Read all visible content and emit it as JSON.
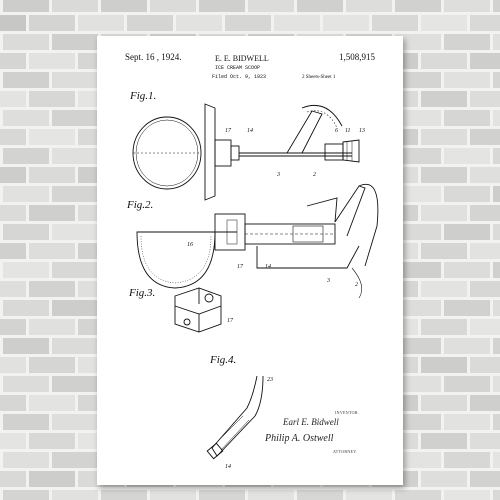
{
  "header": {
    "date": "Sept. 16 , 1924.",
    "inventor_name": "E. E. BIDWELL",
    "patent_number": "1,508,915",
    "title": "ICE CREAM SCOOP",
    "filed": "Filed Oct. 9, 1923",
    "sheets": "2 Sheets-Sheet 1"
  },
  "figures": {
    "fig1": "Fig.1.",
    "fig2": "Fig.2.",
    "fig3": "Fig.3.",
    "fig4": "Fig.4."
  },
  "signature": {
    "inventor_label": "INVENTOR.",
    "inventor_signature": "Earl E. Bidwell",
    "attorney_signature": "Philip A. Ostwell",
    "attorney_label": "ATTORNEY."
  },
  "colors": {
    "wall": "#d9d9d7",
    "mortar": "#f2f2f0",
    "paper": "#ffffff",
    "ink": "#111111"
  }
}
